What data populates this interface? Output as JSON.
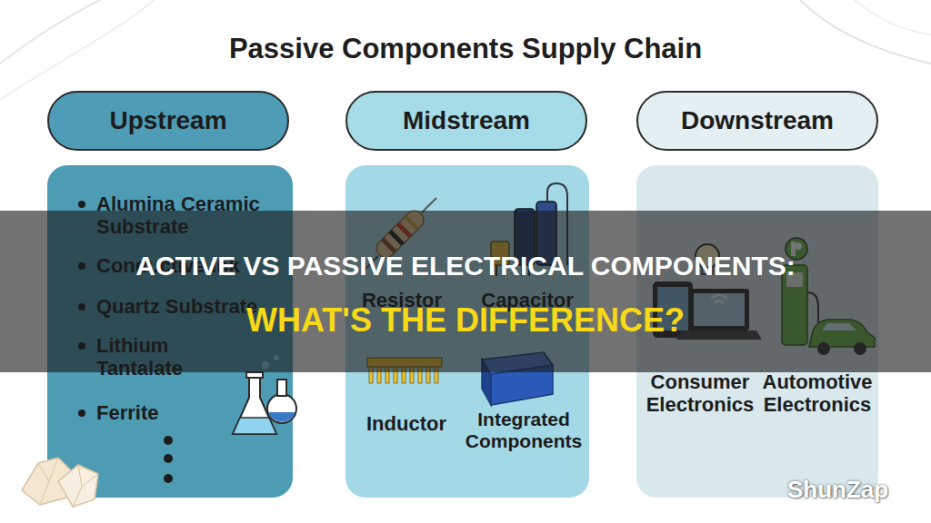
{
  "diagram": {
    "title": "Passive Components Supply Chain",
    "nodes": [
      {
        "text": [
          "Upstream"
        ]
      },
      {
        "text": [
          "Midstream"
        ]
      },
      {
        "text": [
          "Downstream"
        ]
      },
      {
        "text": [
          "Alumina Ceramic Substrate",
          "Conductive Ink",
          "Quartz Substrate",
          "Lithium Tantalate",
          "Ferrite"
        ]
      },
      {
        "text": [
          "Resistor",
          "Capacitor",
          "Inductor",
          "Integrated Components"
        ]
      },
      {
        "text": [
          "Consumer Electronics",
          "Automotive Electronics"
        ]
      },
      {
        "text": [
          "ACTIVE VS PASSIVE ELECTRICAL COMPONENTS:",
          "WHAT'S THE DIFFERENCE?"
        ]
      }
    ],
    "labels": [
      "ShunZap"
    ]
  }
}
